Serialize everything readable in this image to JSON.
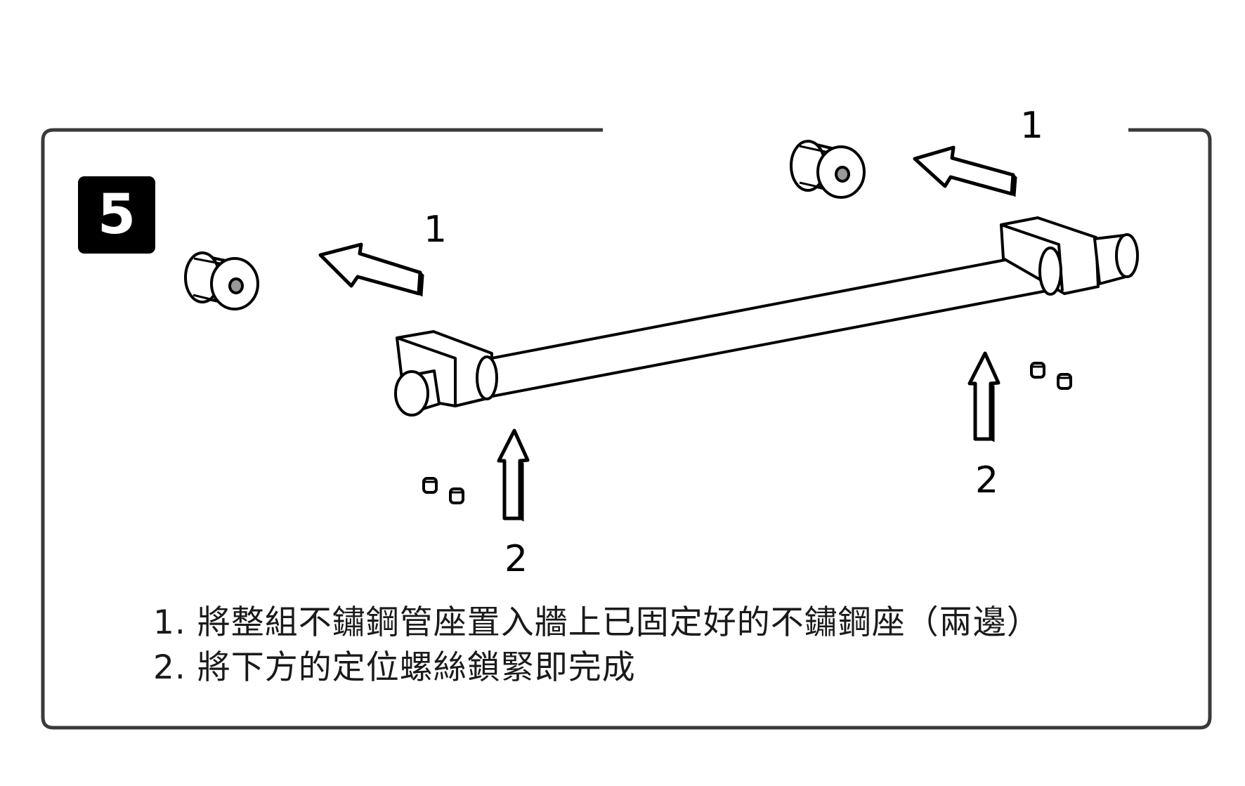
{
  "step": {
    "number": "5"
  },
  "callouts": {
    "one": "1",
    "two": "2"
  },
  "instructions": [
    "1. 將整組不鏽鋼管座置入牆上已固定好的不鏽鋼座（兩邊）",
    "2. 將下方的定位螺絲鎖緊即完成"
  ],
  "colors": {
    "ink": "#000000",
    "frame": "#3a3a3a",
    "text": "#1a1a1a"
  },
  "icons": [
    "wall-mount-icon",
    "push-arrow-icon",
    "set-screw-icon",
    "towel-bar-icon"
  ]
}
